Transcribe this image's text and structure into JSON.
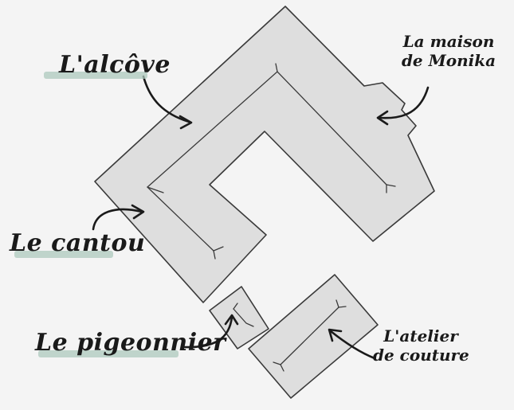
{
  "map": {
    "labels": {
      "alcove": "L'alcôve",
      "maison_line1": "La maison",
      "maison_line2": "de Monika",
      "canton": "Le cantou",
      "pigeonnier": "Le pigeonnier",
      "atelier_line1": "L'atelier",
      "atelier_line2": "de couture"
    },
    "colors": {
      "building_fill": "#dedede",
      "outline": "#3a3a3a",
      "highlight": "#aec9bd",
      "background": "#f4f4f4"
    }
  }
}
